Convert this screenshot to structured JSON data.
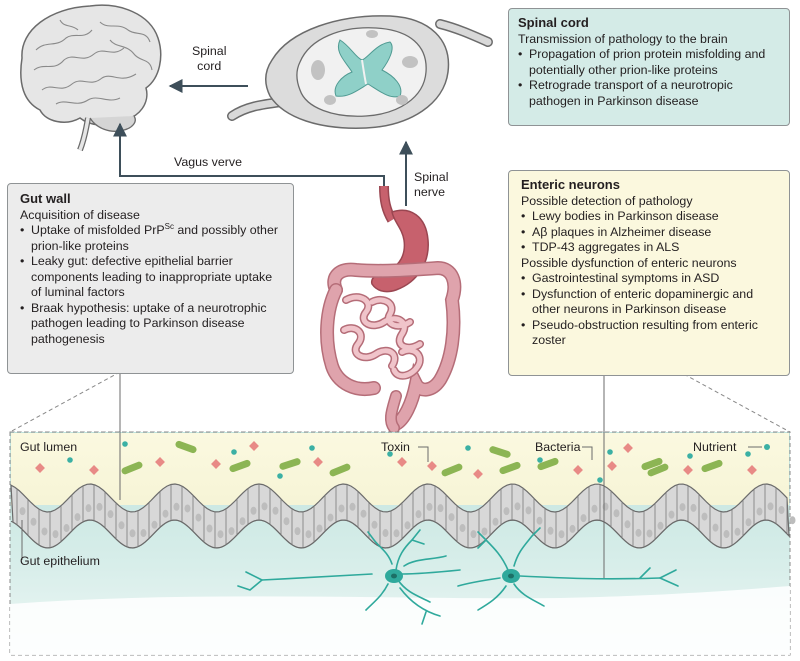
{
  "labels": {
    "spinal_cord_arrow": [
      "Spinal",
      "cord"
    ],
    "vagus": "Vagus verve",
    "spinal_nerve": [
      "Spinal",
      "nerve"
    ],
    "gut_lumen": "Gut lumen",
    "toxin": "Toxin",
    "bacteria": "Bacteria",
    "nutrient": "Nutrient",
    "gut_epithelium": "Gut epithelium"
  },
  "spinal_box": {
    "title": "Spinal cord",
    "subtitle": "Transmission of pathology to the brain",
    "items": [
      "Propagation of prion protein misfolding and potentially other prion-like proteins",
      "Retrograde transport of a neurotropic pathogen in Parkinson disease"
    ]
  },
  "gut_box": {
    "title": "Gut wall",
    "subtitle": "Acquisition of disease",
    "item0_pre": "Uptake of misfolded PrP",
    "item0_sup": "Sc",
    "item0_post": " and possibly other prion-like proteins",
    "items": [
      "Leaky gut: defective epithelial barrier components leading to inappropriate uptake of luminal factors",
      "Braak hypothesis: uptake of a neurotrophic pathogen leading to Parkinson disease pathogenesis"
    ]
  },
  "enteric_box": {
    "title": "Enteric neurons",
    "subtitle1": "Possible detection of pathology",
    "items1": [
      "Lewy bodies in Parkinson disease",
      "Aβ plaques in Alzheimer disease",
      "TDP-43 aggregates in ALS"
    ],
    "subtitle2": "Possible dysfunction of enteric neurons",
    "items2": [
      "Gastrointestinal symptoms in ASD",
      "Dysfunction of enteric dopaminergic and other neurons in Parkinson disease",
      "Pseudo-obstruction resulting from enteric zoster"
    ]
  },
  "colors": {
    "spinal_box": "#d4ebe7",
    "gut_box": "#ececec",
    "enteric_box": "#fbf8de",
    "arrow": "#3e4f5a",
    "neuron": "#2fa99c",
    "bacteria": "#8cb554",
    "toxin": "#e88a86",
    "nutrient": "#3bb0a4",
    "intestine": "#dfa3ac",
    "stomach": "#c7616d"
  }
}
